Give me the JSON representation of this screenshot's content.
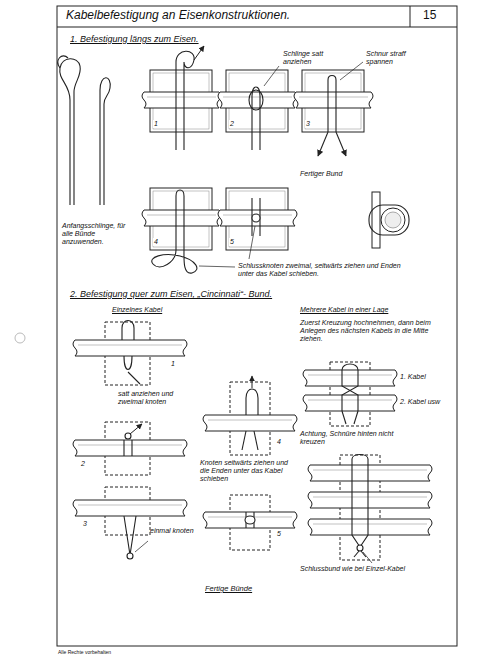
{
  "diagram": {
    "title": "Kabelbefestigung an Eisenkonstruktionen.",
    "labels": [
      "15",
      "1. Befestigung längs zum Eisen.",
      "Schlinge satt anziehen",
      "Schnur straff spannen",
      "1",
      "2",
      "3",
      "Anfangsschlinge, für alle Bünde anzuwenden.",
      "Fertiger Bund",
      "4",
      "5",
      "Schlussknoten zweimal, seitwärts ziehen und Enden unter das Kabel schieben.",
      "2. Befestigung quer zum Eisen, „Cincinnati“- Bund.",
      "Einzelnes Kabel",
      "Mehrere Kabel in einer Lage",
      "Zuerst Kreuzung hochnehmen, dann beim Anlegen des nächsten Kabels in die Mitte ziehen.",
      "1. Kabel",
      "1",
      "2. Kabel usw",
      "satt anziehen und zweimal knoten",
      "4",
      "Achtung, Schnüre hinten nicht kreuzen",
      "2",
      "Knoten seitwärts ziehen und die Enden unter das Kabel schieben",
      "einmal knoten",
      "3",
      "5",
      "Schlussbund wie bei Einzel-Kabel",
      "Fertige Bünde",
      "Alle Rechte vorbehalten"
    ]
  }
}
